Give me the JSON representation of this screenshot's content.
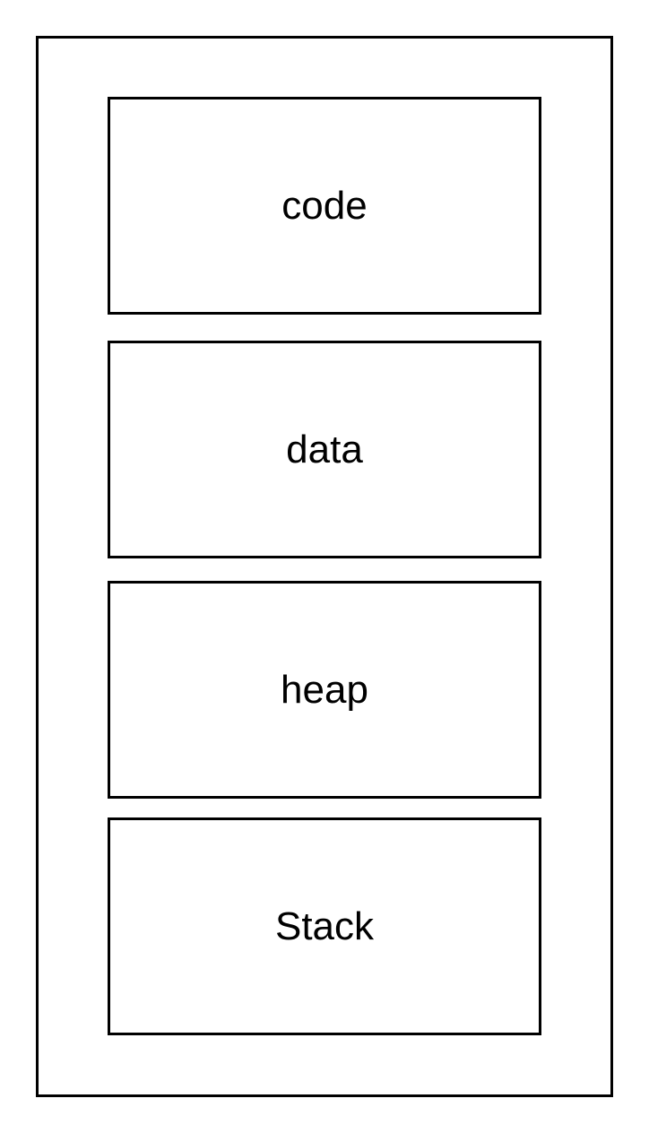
{
  "segments": [
    {
      "label": "code"
    },
    {
      "label": "data"
    },
    {
      "label": "heap"
    },
    {
      "label": "Stack"
    }
  ],
  "colors": {
    "stroke": "#000000",
    "fill": "#ffffff",
    "text": "#000000"
  }
}
